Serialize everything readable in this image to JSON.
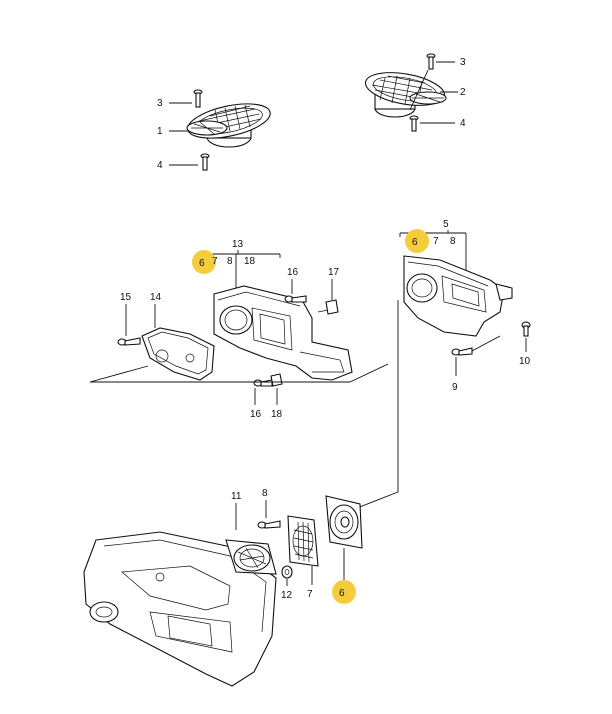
{
  "diagram": {
    "highlight_color": "#f5cd3b",
    "labels": {
      "front_speaker_top": {
        "screw": "3",
        "speaker": "1",
        "bolt": "4"
      },
      "rear_speaker_top": {
        "screw": "3",
        "speaker": "2",
        "bolt": "4"
      },
      "bracket_left": {
        "assembly": "13",
        "items": [
          "6",
          "7",
          "8",
          "18"
        ],
        "screw_15": "15",
        "gasket_14": "14",
        "screw_16": "16",
        "clip_17": "17",
        "screw_16_bottom": "16",
        "clip_18_bottom": "18"
      },
      "bracket_right": {
        "assembly": "5",
        "items": [
          "6",
          "7",
          "8"
        ],
        "screw_9": "9",
        "bolt_10": "10"
      },
      "door_group": {
        "speaker_11": "11",
        "screw_8": "8",
        "washer_12": "12",
        "grille_7": "7",
        "speaker_6": "6"
      }
    }
  }
}
